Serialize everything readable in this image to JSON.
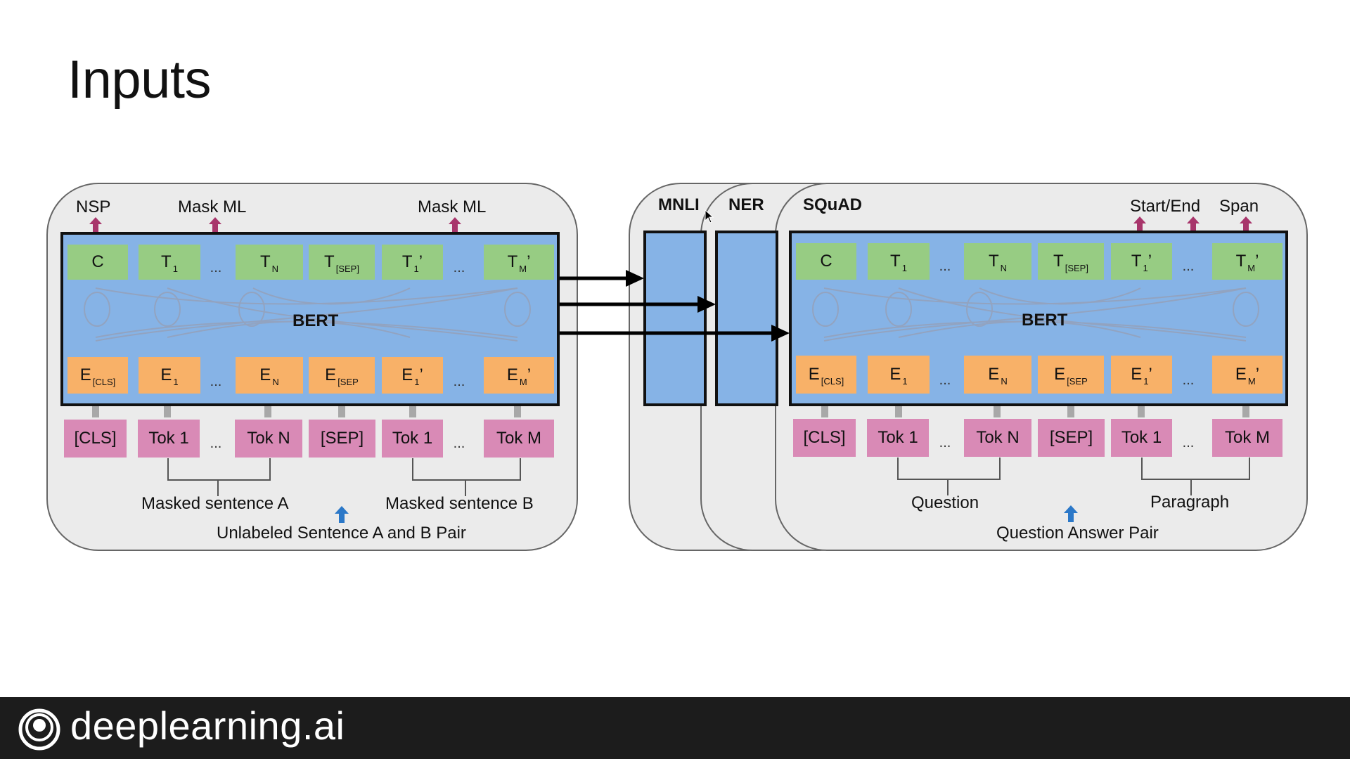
{
  "slide": {
    "title": "Inputs"
  },
  "footer": {
    "brand": "deeplearning.ai"
  },
  "pretrain": {
    "heads": [
      "NSP",
      "Mask ML",
      "Mask ML"
    ],
    "bert_label": "BERT",
    "t_row": [
      {
        "main": "C",
        "sub": ""
      },
      {
        "main": "T",
        "sub": "1"
      },
      {
        "main": "T",
        "sub": "N"
      },
      {
        "main": "T",
        "sub": "[SEP]"
      },
      {
        "main": "T",
        "sub": "1"
      },
      {
        "main": "T",
        "sub": "M"
      }
    ],
    "t_primes": [
      "",
      "",
      "",
      "",
      "’",
      "’"
    ],
    "e_row": [
      {
        "main": "E",
        "sub": "[CLS]"
      },
      {
        "main": "E",
        "sub": "1"
      },
      {
        "main": "E",
        "sub": "N"
      },
      {
        "main": "E",
        "sub": "[SEP"
      },
      {
        "main": "E",
        "sub": "1"
      },
      {
        "main": "E",
        "sub": "M"
      }
    ],
    "e_primes": [
      "",
      "",
      "",
      "",
      "’",
      "’"
    ],
    "tokens": [
      "[CLS]",
      "Tok 1",
      "Tok N",
      "[SEP]",
      "Tok 1",
      "Tok M"
    ],
    "ellipsis": "...",
    "group_a": "Masked sentence A",
    "group_b": "Masked sentence B",
    "caption": "Unlabeled Sentence A and B Pair"
  },
  "finetune": {
    "tasks": [
      "MNLI",
      "NER",
      "SQuAD"
    ],
    "heads": [
      "Start/End",
      "Span"
    ],
    "bert_label": "BERT",
    "tokens": [
      "[CLS]",
      "Tok 1",
      "Tok N",
      "[SEP]",
      "Tok 1",
      "Tok M"
    ],
    "group_a": "Question",
    "group_b": "Paragraph",
    "caption": "Question Answer Pair"
  },
  "colors": {
    "t_cell": "#97cc83",
    "e_cell": "#f8b168",
    "tok_cell": "#d98ab6",
    "bert_fill": "#86b3e6",
    "head_arrow": "#a8356b",
    "input_arrow": "#2b78c8"
  }
}
